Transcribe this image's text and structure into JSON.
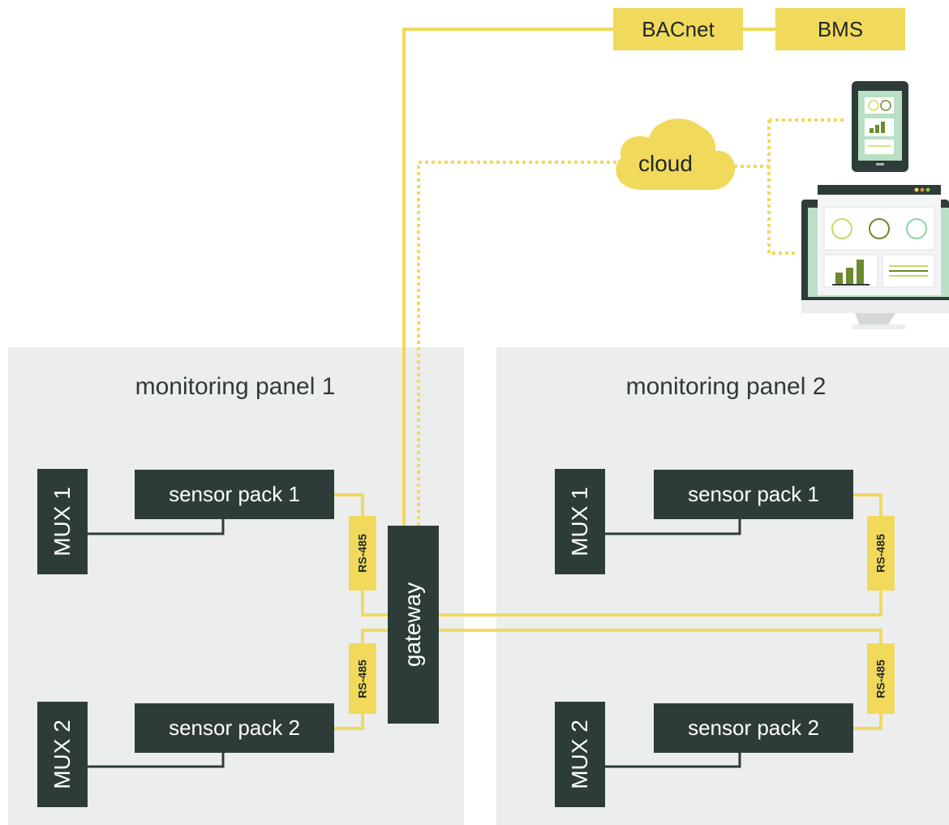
{
  "top": {
    "protocol_label": "BACnet",
    "bms_label": "BMS",
    "cloud_label": "cloud"
  },
  "gateway": {
    "label": "gateway"
  },
  "panels": [
    {
      "title": "monitoring panel 1",
      "mux": [
        "MUX 1",
        "MUX 2"
      ],
      "sensors": [
        "sensor pack 1",
        "sensor pack 2"
      ],
      "bus": [
        "RS-485",
        "RS-485"
      ]
    },
    {
      "title": "monitoring panel 2",
      "mux": [
        "MUX 1",
        "MUX 2"
      ],
      "sensors": [
        "sensor pack 1",
        "sensor pack 2"
      ],
      "bus": [
        "RS-485",
        "RS-485"
      ]
    }
  ],
  "colors": {
    "accent_yellow": "#f1d95c",
    "dark_box": "#2e3c39",
    "panel_bg": "#eceeed",
    "screen_green": "#b9e0c4",
    "bar_green": "#6b8a2e"
  }
}
